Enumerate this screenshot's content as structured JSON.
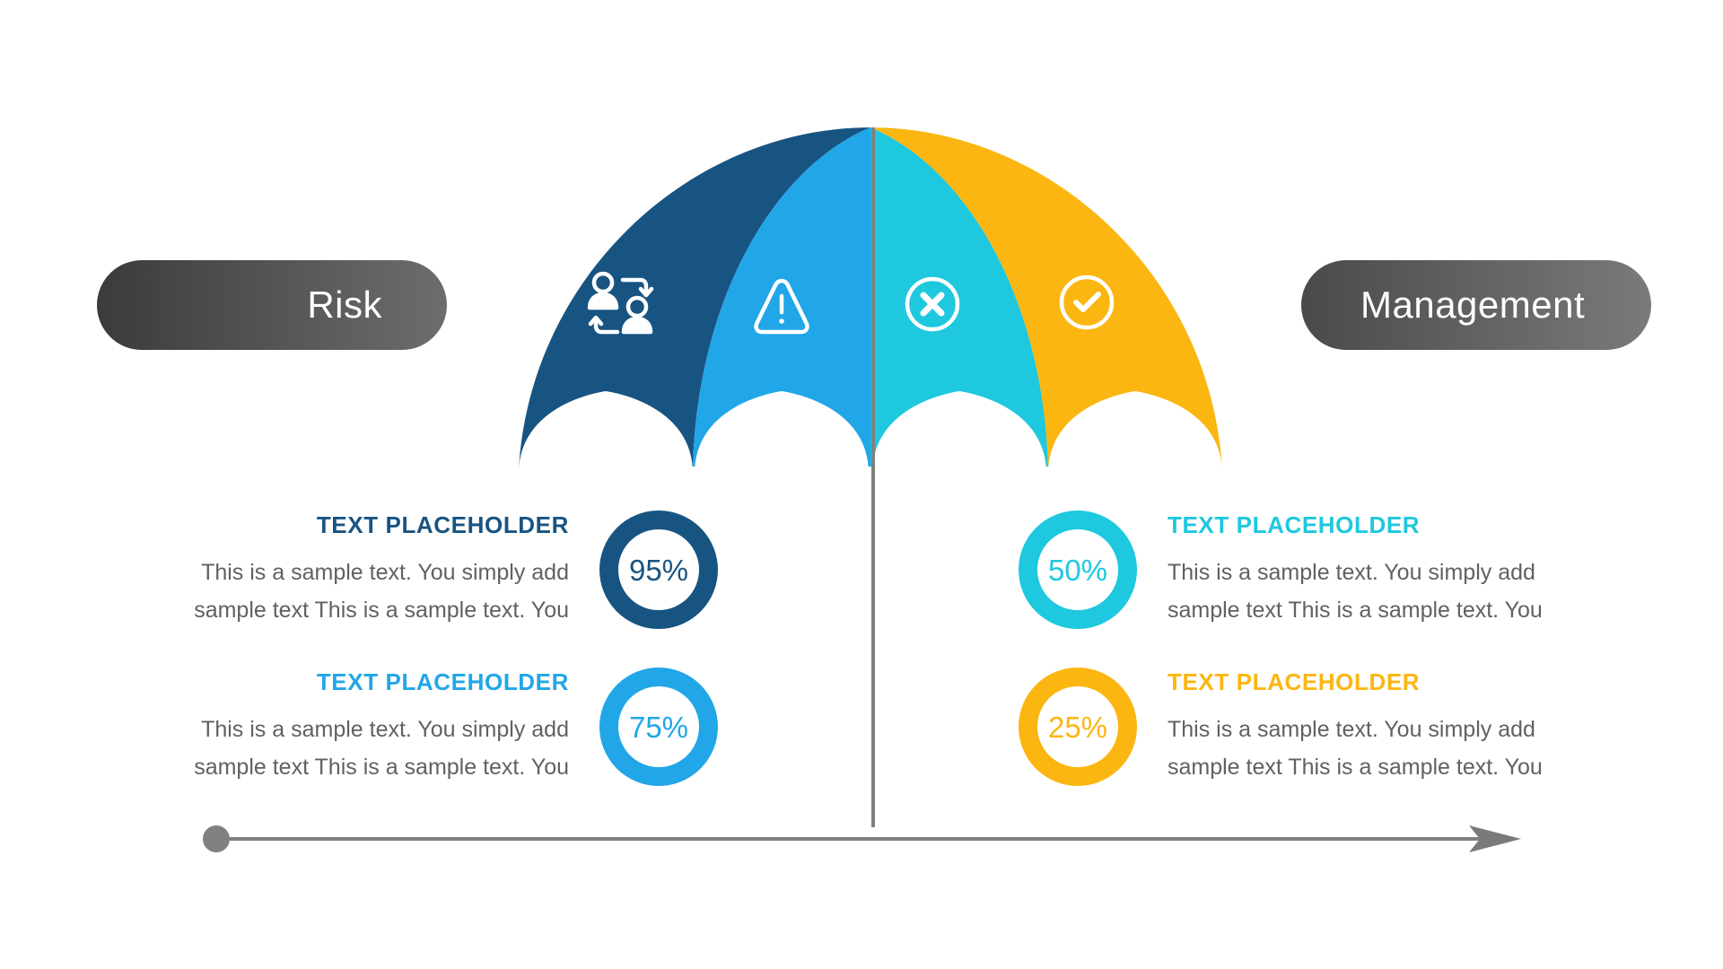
{
  "header": {
    "left_pill": {
      "label": "Risk",
      "gradient_from": "#3b3b3b",
      "gradient_to": "#6d6d6d"
    },
    "right_pill": {
      "label": "Management",
      "gradient_from": "#4a4a4a",
      "gradient_to": "#7a7a7a"
    }
  },
  "umbrella": {
    "panels": [
      {
        "name": "panel-1",
        "color": "#185482",
        "icon": "users-exchange-icon"
      },
      {
        "name": "panel-2",
        "color": "#21A6E8",
        "icon": "warning-triangle-icon"
      },
      {
        "name": "panel-3",
        "color": "#1EC8DE",
        "icon": "circle-x-icon"
      },
      {
        "name": "panel-4",
        "color": "#FBB611",
        "icon": "circle-check-icon"
      }
    ],
    "stem_color": "#808080"
  },
  "axis": {
    "line_color": "#808080",
    "dot": "start-dot",
    "arrow": "arrow-head-right"
  },
  "items": [
    {
      "id": "item-95",
      "side": "left",
      "percent": "95%",
      "color": "#185482",
      "title": "TEXT PLACEHOLDER",
      "body": "This is a sample text. You simply add sample text This is a sample text. You"
    },
    {
      "id": "item-75",
      "side": "left",
      "percent": "75%",
      "color": "#21A6E8",
      "title": "TEXT PLACEHOLDER",
      "body": "This is a sample text. You simply add sample text This is a sample text. You"
    },
    {
      "id": "item-50",
      "side": "right",
      "percent": "50%",
      "color": "#1EC8DE",
      "title": "TEXT PLACEHOLDER",
      "body": "This is a sample text. You simply add sample text This is a sample text. You"
    },
    {
      "id": "item-25",
      "side": "right",
      "percent": "25%",
      "color": "#FBB611",
      "title": "TEXT PLACEHOLDER",
      "body": "This is a sample text. You simply add sample text This is a sample text. You"
    }
  ],
  "palette": {
    "dark_blue": "#185482",
    "bright_blue": "#21A6E8",
    "cyan": "#1EC8DE",
    "yellow": "#FBB611",
    "body_gray": "#616161",
    "line_gray": "#808080"
  }
}
